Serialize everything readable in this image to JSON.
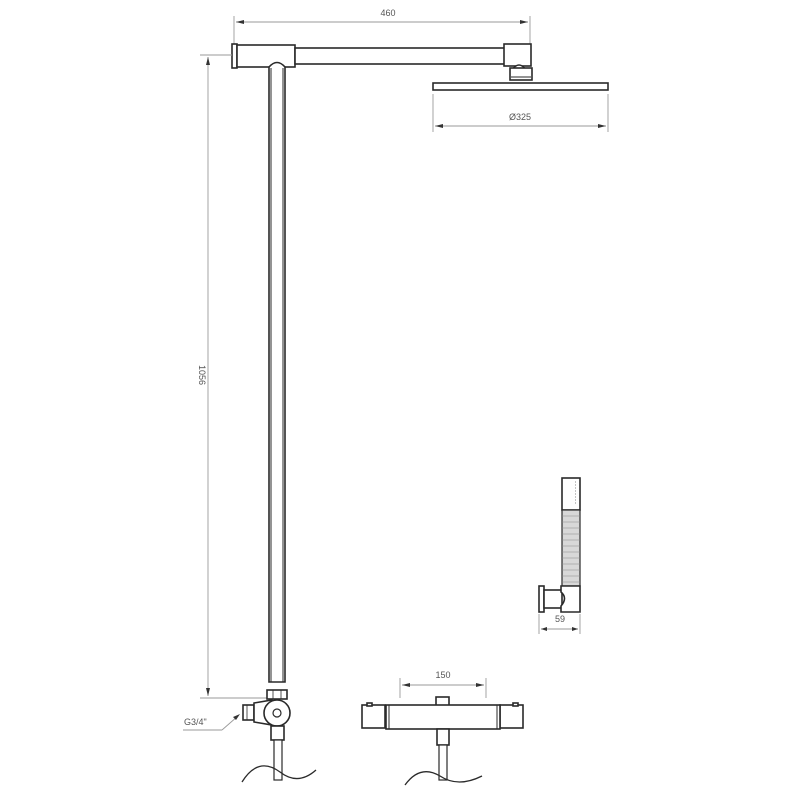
{
  "drawing": {
    "type": "technical-drawing",
    "subject": "thermostatic shower column",
    "line_color": "#2a2a2a",
    "dimension_color": "#9a9a9a"
  },
  "dimensions": {
    "arm_length": "460",
    "head_diameter": "Ø325",
    "column_height": "1056",
    "inlet_thread": "G3/4\"",
    "mixer_width": "150",
    "handshower_holder_depth": "59"
  }
}
